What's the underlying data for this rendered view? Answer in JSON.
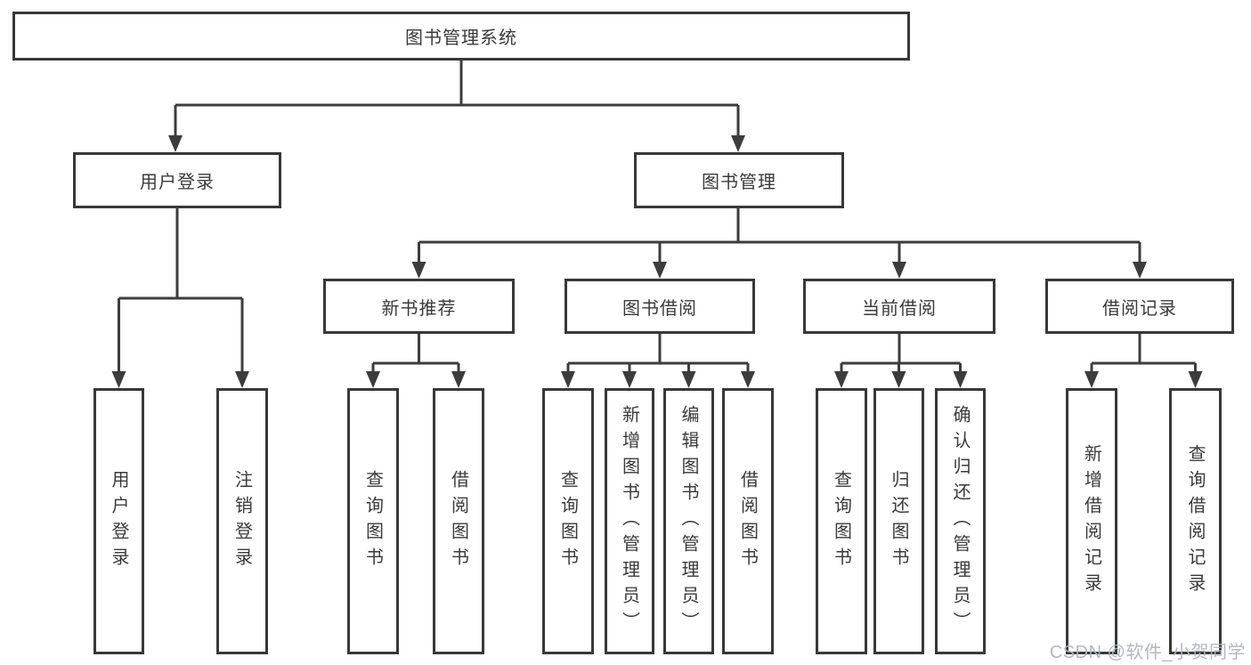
{
  "watermark": "CSDN @软件_小贺同学",
  "colors": {
    "line": "#3c3c3c",
    "box_border": "#383838",
    "box_fill": "#ffffff",
    "text": "#3a3a3a",
    "watermark": "#b0b4b9",
    "background": "#ffffff"
  },
  "tree": {
    "root": "图书管理系统",
    "branches": [
      {
        "label": "用户登录",
        "children": [
          "用户登录",
          "注销登录"
        ]
      },
      {
        "label": "图书管理",
        "sections": [
          {
            "label": "新书推荐",
            "children": [
              "查询图书",
              "借阅图书"
            ]
          },
          {
            "label": "图书借阅",
            "children": [
              "查询图书",
              "新增图书（管理员）",
              "编辑图书（管理员）",
              "借阅图书"
            ]
          },
          {
            "label": "当前借阅",
            "children": [
              "查询图书",
              "归还图书",
              "确认归还（管理员）"
            ]
          },
          {
            "label": "借阅记录",
            "children": [
              "新增借阅记录",
              "查询借阅记录"
            ]
          }
        ]
      }
    ]
  }
}
